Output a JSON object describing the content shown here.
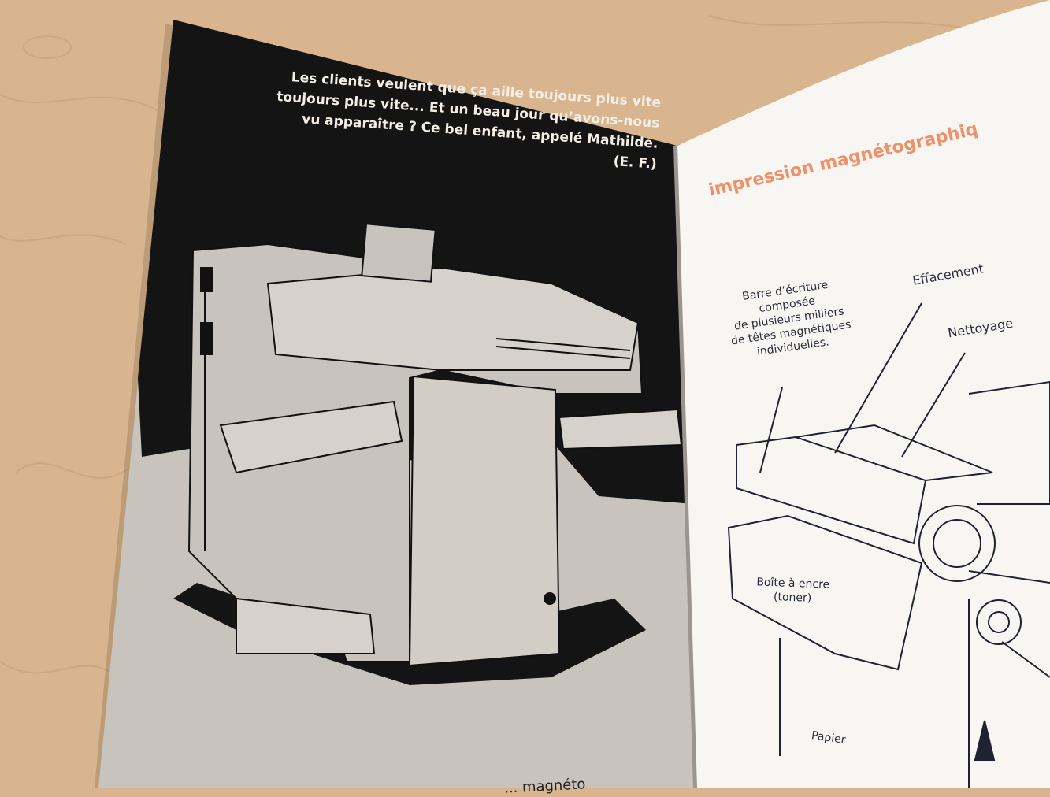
{
  "left_page": {
    "quote_lines": [
      "Les clients veulent que ça aille toujours plus vite",
      "toujours plus vite... Et un beau jour qu’avons-nous",
      "vu apparaître ? Ce bel enfant, appelé Mathilde.",
      "(E. F.)"
    ],
    "bottom_fragment": "... magnéto"
  },
  "right_page": {
    "title": "impression magnétographiq",
    "labels": {
      "barre": [
        "Barre d’écriture",
        "composée",
        "de plusieurs milliers",
        "de têtes magnétiques",
        "individuelles."
      ],
      "effacement": "Effacement",
      "nettoyage": "Nettoyage",
      "boite": [
        "Boîte à encre",
        "(toner)"
      ],
      "papier": "Papier"
    }
  },
  "colors": {
    "table": "#d8b48f",
    "page_gray": "#c8c4bd",
    "page_black": "#141414",
    "page_white": "#f7f6f3",
    "title_accent": "#f0906a",
    "label_ink": "#2a2d3a"
  }
}
